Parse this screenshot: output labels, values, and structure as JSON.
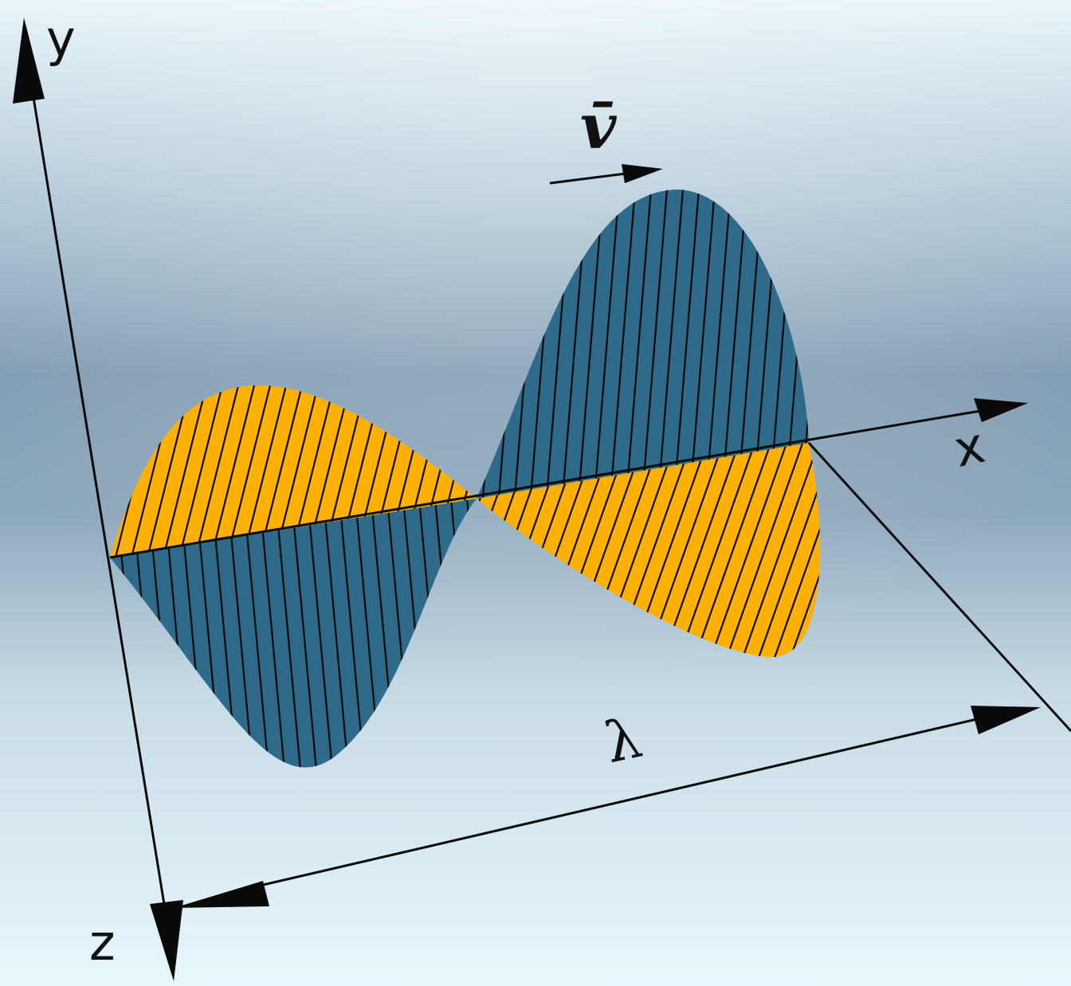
{
  "diagram": {
    "labels": {
      "y_axis": "y",
      "x_axis": "x",
      "z_axis": "z",
      "velocity": "v̄",
      "wavelength": "λ"
    },
    "colors": {
      "background_dark": "#6f8ca3",
      "background_light": "#e7f5fb",
      "wave_blue": "#2e6a8a",
      "wave_yellow": "#ffb000",
      "hatch": "#0b0b0b",
      "axis": "#0a0a0a"
    }
  }
}
